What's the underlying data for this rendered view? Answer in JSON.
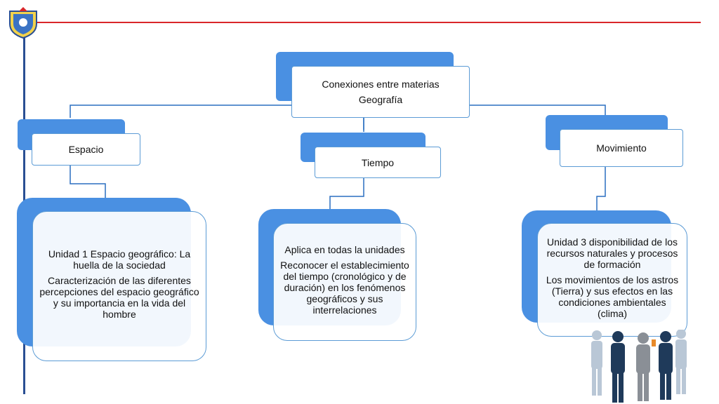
{
  "root": {
    "line1": "Conexiones entre materias",
    "line2": "Geografía"
  },
  "branches": [
    {
      "label": "Espacio",
      "detail": [
        "Unidad 1 Espacio geográfico: La huella de la sociedad",
        "Caracterización de las diferentes percepciones del espacio geográfico y su importancia en la vida del hombre"
      ]
    },
    {
      "label": "Tiempo",
      "detail": [
        "Aplica en todas la unidades",
        "Reconocer el establecimiento del tiempo (cronológico y de duración) en los fenómenos geográficos y sus interrelaciones"
      ]
    },
    {
      "label": "Movimiento",
      "detail": [
        "Unidad 3 disponibilidad de los recursos naturales y procesos de formación",
        "Los movimientos de los astros (Tierra) y sus efectos en las condiciones ambientales (clima)"
      ]
    }
  ],
  "colors": {
    "accent": "#4a90e2",
    "border": "#5b9bd5",
    "rule": "#d9262a",
    "sideline": "#2a4f93"
  }
}
